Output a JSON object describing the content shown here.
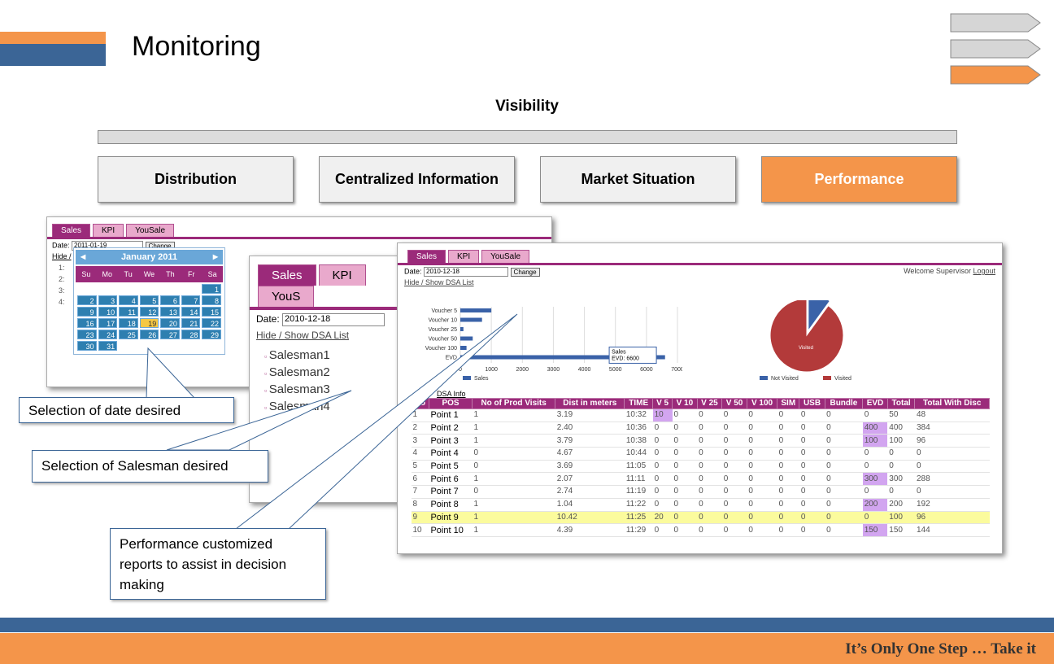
{
  "header": {
    "title": "Monitoring"
  },
  "visibility": "Visibility",
  "pills": [
    "Distribution",
    "Centralized Information",
    "Market Situation",
    "Performance"
  ],
  "callouts": {
    "date": "Selection of date desired",
    "salesman": "Selection of Salesman desired",
    "reports": "Performance customized reports to assist in decision making"
  },
  "footer": {
    "tagline": "It’s Only One Step … Take it"
  },
  "colors": {
    "accent": "#f4954a",
    "blue": "#3b6596",
    "purple": "#9b2a7a"
  },
  "win1": {
    "tabs": [
      "Sales",
      "KPI",
      "YouSale"
    ],
    "date_label": "Date:",
    "date_value": "2011-01-19",
    "change": "Change",
    "hide": "Hide /",
    "list": [
      "1:",
      "2:",
      "3:",
      "4:"
    ]
  },
  "calendar": {
    "month": "January 2011",
    "prev": "◀",
    "next": "▶",
    "days": [
      "Su",
      "Mo",
      "Tu",
      "We",
      "Th",
      "Fr",
      "Sa"
    ],
    "dates": [
      "",
      "",
      "",
      "",
      "",
      "",
      "1",
      "2",
      "3",
      "4",
      "5",
      "6",
      "7",
      "8",
      "9",
      "10",
      "11",
      "12",
      "13",
      "14",
      "15",
      "16",
      "17",
      "18",
      "19",
      "20",
      "21",
      "22",
      "23",
      "24",
      "25",
      "26",
      "27",
      "28",
      "29",
      "30",
      "31"
    ]
  },
  "win2": {
    "tabs": [
      "Sales",
      "KPI",
      "YouS"
    ],
    "date_label": "Date:",
    "date_value": "2010-12-18",
    "hide": "Hide / Show DSA List",
    "salesmen": [
      "Salesman1",
      "Salesman2",
      "Salesman3",
      "Salesman4"
    ]
  },
  "win3": {
    "tabs": [
      "Sales",
      "KPI",
      "YouSale"
    ],
    "date_label": "Date:",
    "date_value": "2010-12-18",
    "change": "Change",
    "welcome": "Welcome Supervisor",
    "logout": "Logout",
    "hide": "Hide / Show DSA List",
    "dsa_info": "DSA Info"
  },
  "chart_data": [
    {
      "type": "bar",
      "orientation": "horizontal",
      "categories": [
        "Voucher 5",
        "Voucher 10",
        "Voucher 25",
        "Voucher 50",
        "Voucher 100",
        "EVD"
      ],
      "values": [
        1000,
        700,
        100,
        400,
        200,
        6600
      ],
      "xticks": [
        0,
        1000,
        2000,
        3000,
        4000,
        5000,
        6000,
        7000
      ],
      "xlim": [
        0,
        7000
      ],
      "legend": [
        "Sales"
      ],
      "tooltip": {
        "title": "Sales",
        "text": "EVD: 6600"
      }
    },
    {
      "type": "pie",
      "labels": [
        "Not Visited",
        "Visited"
      ],
      "values": [
        10,
        90
      ],
      "slice_label": "Visited",
      "colors": [
        "#3a62a8",
        "#b33a3a"
      ]
    }
  ],
  "table": {
    "headers": [
      "No",
      "POS",
      "No of Prod Visits",
      "Dist in meters",
      "TIME",
      "V 5",
      "V 10",
      "V 25",
      "V 50",
      "V 100",
      "SIM",
      "USB",
      "Bundle",
      "EVD",
      "Total",
      "Total With Disc"
    ],
    "rows": [
      [
        "1",
        "Point 1",
        "1",
        "3.19",
        "10:32",
        "10",
        "0",
        "0",
        "0",
        "0",
        "0",
        "0",
        "0",
        "0",
        "50",
        "48"
      ],
      [
        "2",
        "Point 2",
        "1",
        "2.40",
        "10:36",
        "0",
        "0",
        "0",
        "0",
        "0",
        "0",
        "0",
        "0",
        "400",
        "400",
        "384"
      ],
      [
        "3",
        "Point 3",
        "1",
        "3.79",
        "10:38",
        "0",
        "0",
        "0",
        "0",
        "0",
        "0",
        "0",
        "0",
        "100",
        "100",
        "96"
      ],
      [
        "4",
        "Point 4",
        "0",
        "4.67",
        "10:44",
        "0",
        "0",
        "0",
        "0",
        "0",
        "0",
        "0",
        "0",
        "0",
        "0",
        "0"
      ],
      [
        "5",
        "Point 5",
        "0",
        "3.69",
        "11:05",
        "0",
        "0",
        "0",
        "0",
        "0",
        "0",
        "0",
        "0",
        "0",
        "0",
        "0"
      ],
      [
        "6",
        "Point 6",
        "1",
        "2.07",
        "11:11",
        "0",
        "0",
        "0",
        "0",
        "0",
        "0",
        "0",
        "0",
        "300",
        "300",
        "288"
      ],
      [
        "7",
        "Point 7",
        "0",
        "2.74",
        "11:19",
        "0",
        "0",
        "0",
        "0",
        "0",
        "0",
        "0",
        "0",
        "0",
        "0",
        "0"
      ],
      [
        "8",
        "Point 8",
        "1",
        "1.04",
        "11:22",
        "0",
        "0",
        "0",
        "0",
        "0",
        "0",
        "0",
        "0",
        "200",
        "200",
        "192"
      ],
      [
        "9",
        "Point 9",
        "1",
        "10.42",
        "11:25",
        "20",
        "0",
        "0",
        "0",
        "0",
        "0",
        "0",
        "0",
        "0",
        "100",
        "96"
      ],
      [
        "10",
        "Point 10",
        "1",
        "4.39",
        "11:29",
        "0",
        "0",
        "0",
        "0",
        "0",
        "0",
        "0",
        "0",
        "150",
        "150",
        "144"
      ]
    ]
  }
}
